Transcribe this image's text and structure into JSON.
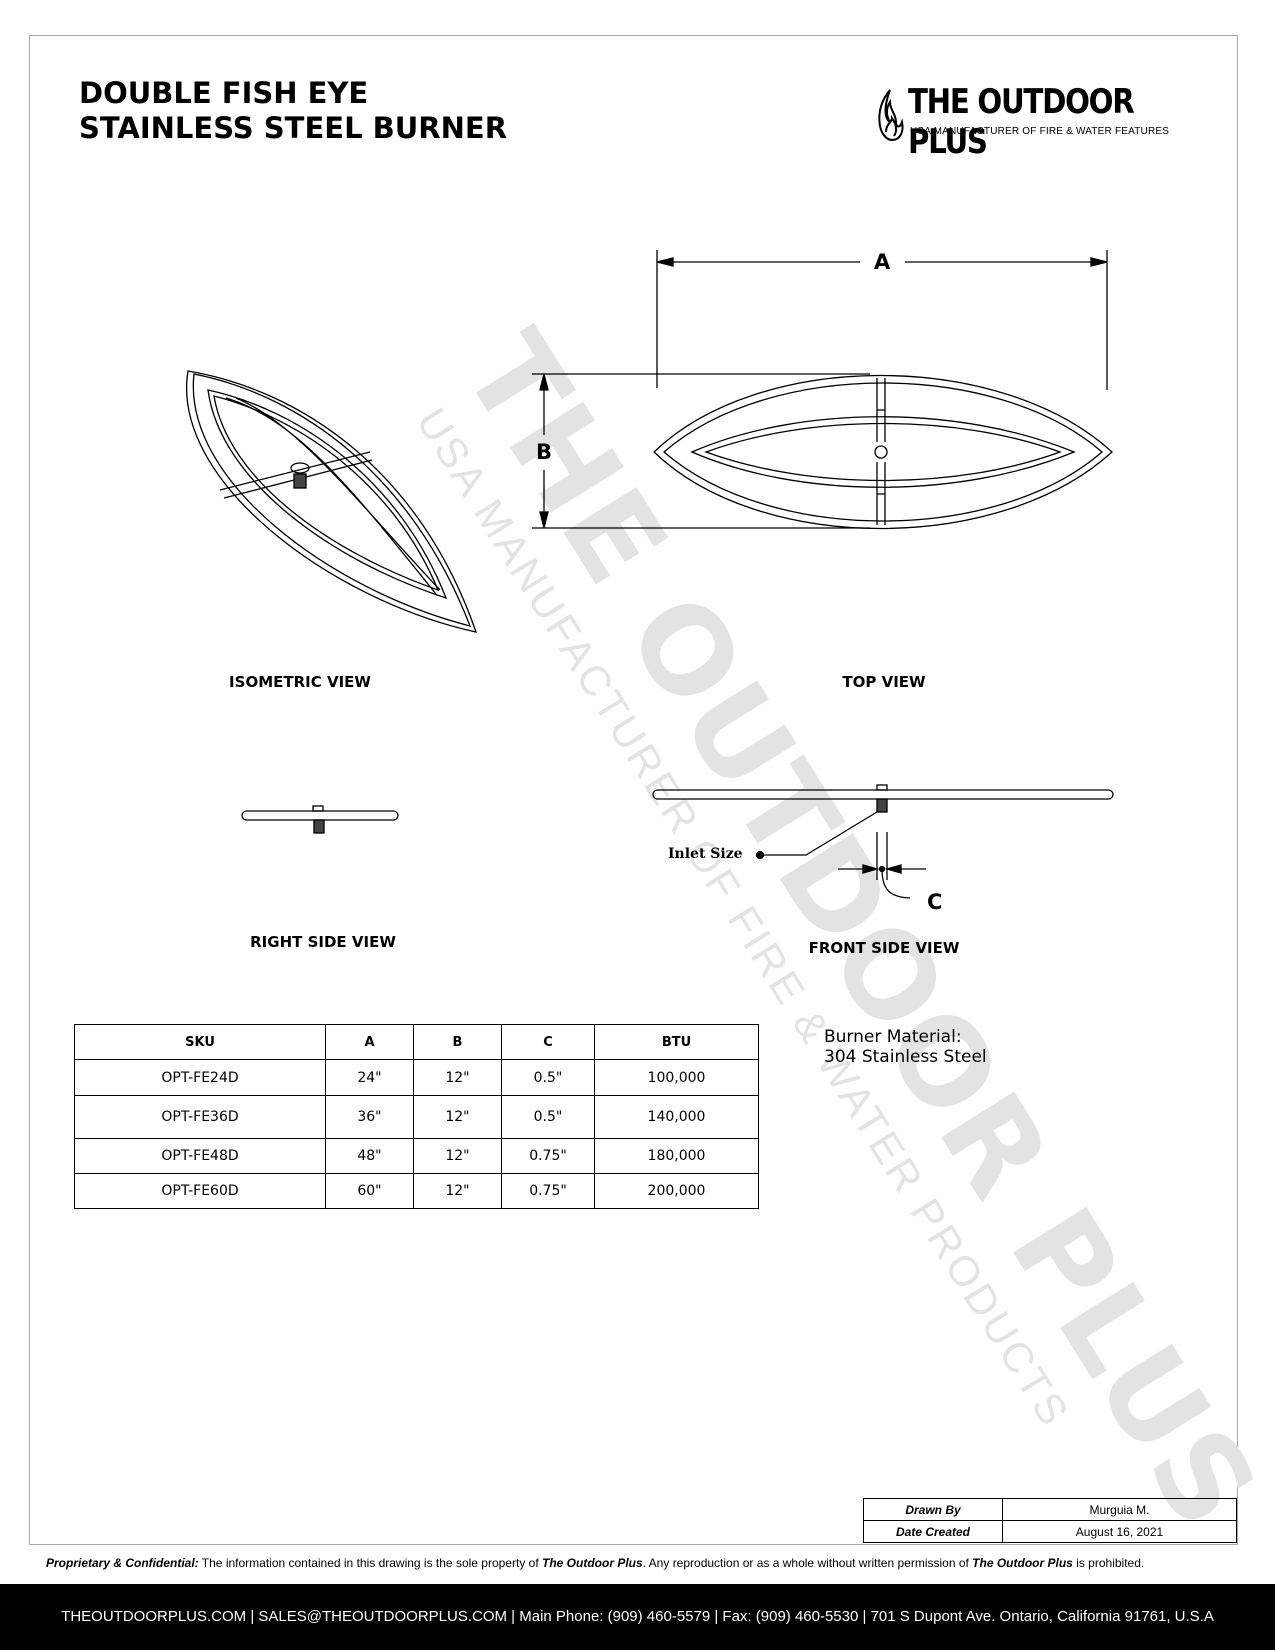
{
  "title": {
    "line1": "DOUBLE FISH EYE",
    "line2": "STAINLESS STEEL BURNER"
  },
  "logo": {
    "name": "THE OUTDOOR PLUS",
    "tagline": "USA MANUFACTURER OF FIRE & WATER FEATURES"
  },
  "watermark": {
    "name": "THE OUTDOOR PLUS",
    "tagline": "USA MANUFACTURER OF FIRE & WATER PRODUCTS"
  },
  "views": {
    "isometric": "ISOMETRIC VIEW",
    "top": "TOP VIEW",
    "right_side": "RIGHT SIDE VIEW",
    "front_side": "FRONT SIDE VIEW"
  },
  "dimensions": {
    "a": "A",
    "b": "B",
    "c": "C",
    "inlet": "Inlet Size"
  },
  "material": {
    "line1": "Burner Material:",
    "line2": "304 Stainless Steel"
  },
  "table": {
    "headers": [
      "SKU",
      "A",
      "B",
      "C",
      "BTU"
    ],
    "rows": [
      [
        "OPT-FE24D",
        "24\"",
        "12\"",
        "0.5\"",
        "100,000"
      ],
      [
        "OPT-FE36D",
        "36\"",
        "12\"",
        "0.5\"",
        "140,000"
      ],
      [
        "OPT-FE48D",
        "48\"",
        "12\"",
        "0.75\"",
        "180,000"
      ],
      [
        "OPT-FE60D",
        "60\"",
        "12\"",
        "0.75\"",
        "200,000"
      ]
    ]
  },
  "title_block": {
    "drawn_by_label": "Drawn By",
    "drawn_by": "Murguia M.",
    "date_label": "Date Created",
    "date": "August 16, 2021"
  },
  "proprietary": {
    "label": "Proprietary & Confidential:",
    "text1": " The information contained in this drawing is the sole property of ",
    "company1": "The Outdoor Plus",
    "text2": ". Any reproduction or as a whole without written permission of ",
    "company2": "The Outdoor Plus",
    "text3": " is prohibited."
  },
  "footer": {
    "text": "THEOUTDOORPLUS.COM  |  SALES@THEOUTDOORPLUS.COM  | Main Phone: (909) 460-5579 | Fax: (909) 460-5530 | 701 S Dupont Ave. Ontario, California 91761, U.S.A"
  }
}
